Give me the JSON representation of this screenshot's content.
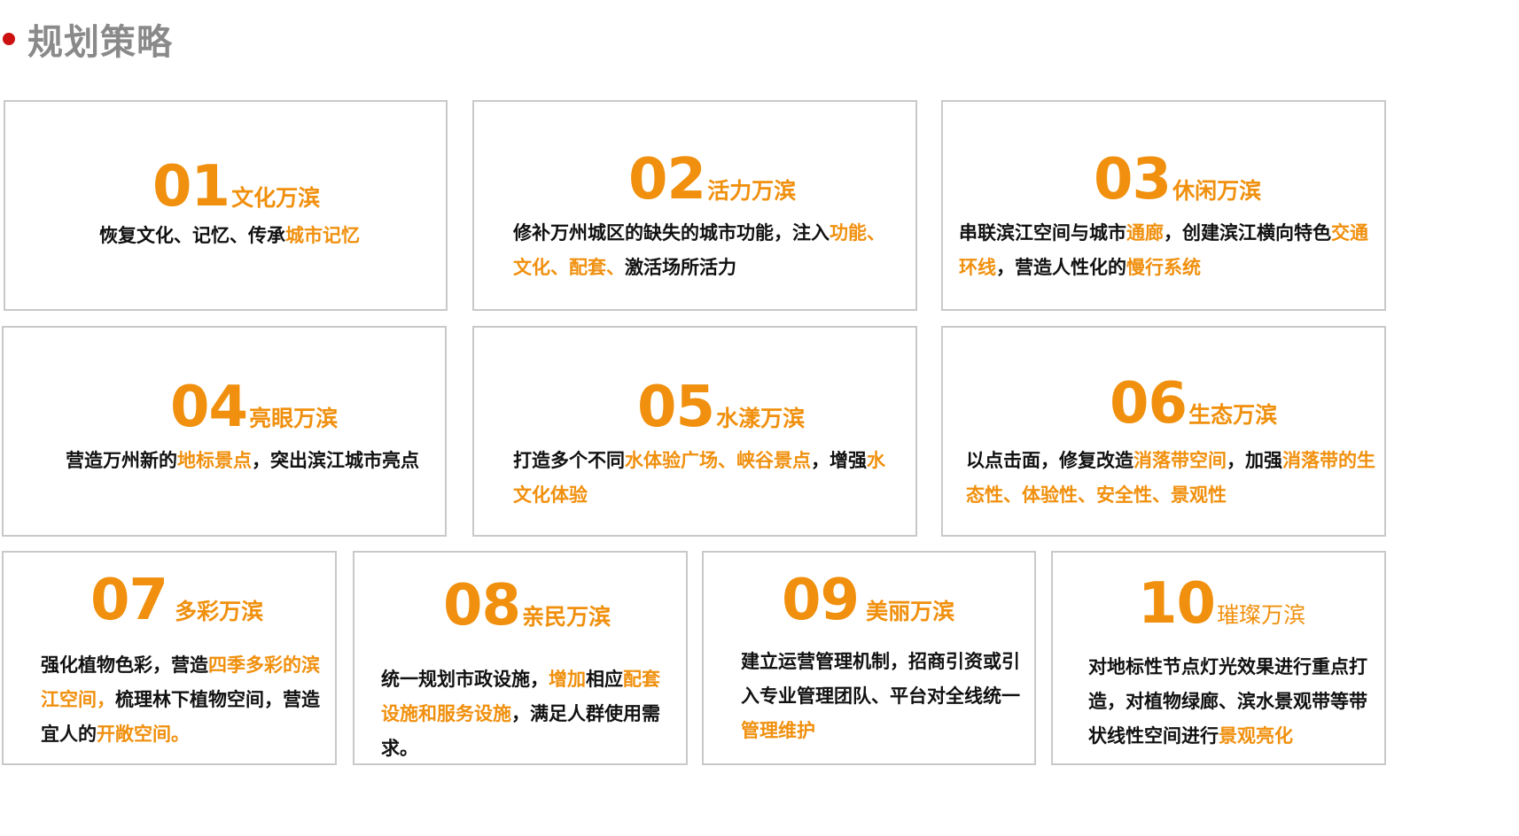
{
  "page": {
    "title": "规划策略",
    "accent_color": "#f0900e",
    "bullet_color": "#cc1111",
    "title_color": "#8a8a8a"
  },
  "cards": [
    {
      "num": "01",
      "name": "文化万滨",
      "segments": [
        {
          "t": "恢复文化、记忆、传承",
          "hl": false
        },
        {
          "t": "城市记忆",
          "hl": true
        }
      ]
    },
    {
      "num": "02",
      "name": "活力万滨",
      "segments": [
        {
          "t": "修补万州城区的缺失的城市功能，注入",
          "hl": false
        },
        {
          "t": "功能、文化、配套、",
          "hl": true
        },
        {
          "t": "激活场所活力",
          "hl": false
        }
      ]
    },
    {
      "num": "03",
      "name": "休闲万滨",
      "segments": [
        {
          "t": "串联滨江空间与城市",
          "hl": false
        },
        {
          "t": "通廊",
          "hl": true
        },
        {
          "t": "，创建滨江横向特色",
          "hl": false
        },
        {
          "t": "交通环线",
          "hl": true
        },
        {
          "t": "，营造人性化的",
          "hl": false
        },
        {
          "t": "慢行系统",
          "hl": true
        }
      ]
    },
    {
      "num": "04",
      "name": "亮眼万滨",
      "segments": [
        {
          "t": "营造万州新的",
          "hl": false
        },
        {
          "t": "地标景点",
          "hl": true
        },
        {
          "t": "，突出滨江城市亮点",
          "hl": false
        }
      ]
    },
    {
      "num": "05",
      "name": "水漾万滨",
      "segments": [
        {
          "t": "打造多个不同",
          "hl": false
        },
        {
          "t": "水体验广场、峡谷景点",
          "hl": true
        },
        {
          "t": "，增强",
          "hl": false
        },
        {
          "t": "水文化体验",
          "hl": true
        }
      ]
    },
    {
      "num": "06",
      "name": "生态万滨",
      "segments": [
        {
          "t": "以点击面，修复改造",
          "hl": false
        },
        {
          "t": "消落带空间",
          "hl": true
        },
        {
          "t": "，加强",
          "hl": false
        },
        {
          "t": "消落带的生态性、体验性、安全性、景观性",
          "hl": true
        }
      ]
    },
    {
      "num": "07",
      "name": "多彩万滨",
      "segments": [
        {
          "t": "强化植物色彩，营造",
          "hl": false
        },
        {
          "t": "四季多彩的滨江空间，",
          "hl": true
        },
        {
          "t": "梳理林下植物空间，营造宜人的",
          "hl": false
        },
        {
          "t": "开敞空间。",
          "hl": true
        }
      ]
    },
    {
      "num": "08",
      "name": "亲民万滨",
      "segments": [
        {
          "t": "统一规划市政设施，",
          "hl": false
        },
        {
          "t": "增加",
          "hl": true
        },
        {
          "t": "相应",
          "hl": false
        },
        {
          "t": "配套设施和服务设施",
          "hl": true
        },
        {
          "t": "，满足人群使用需求。",
          "hl": false
        }
      ]
    },
    {
      "num": "09",
      "name": "美丽万滨",
      "segments": [
        {
          "t": "建立运营管理机制，招商引资或引入专业管理团队、平台对全线统一",
          "hl": false
        },
        {
          "t": "管理维护",
          "hl": true
        }
      ]
    },
    {
      "num": "10",
      "name": "璀璨万滨",
      "segments": [
        {
          "t": "对地标性节点灯光效果进行重点打造，对植物绿廊、滨水景观带等带状线性空间进行",
          "hl": false
        },
        {
          "t": "景观亮化",
          "hl": true
        }
      ]
    }
  ]
}
